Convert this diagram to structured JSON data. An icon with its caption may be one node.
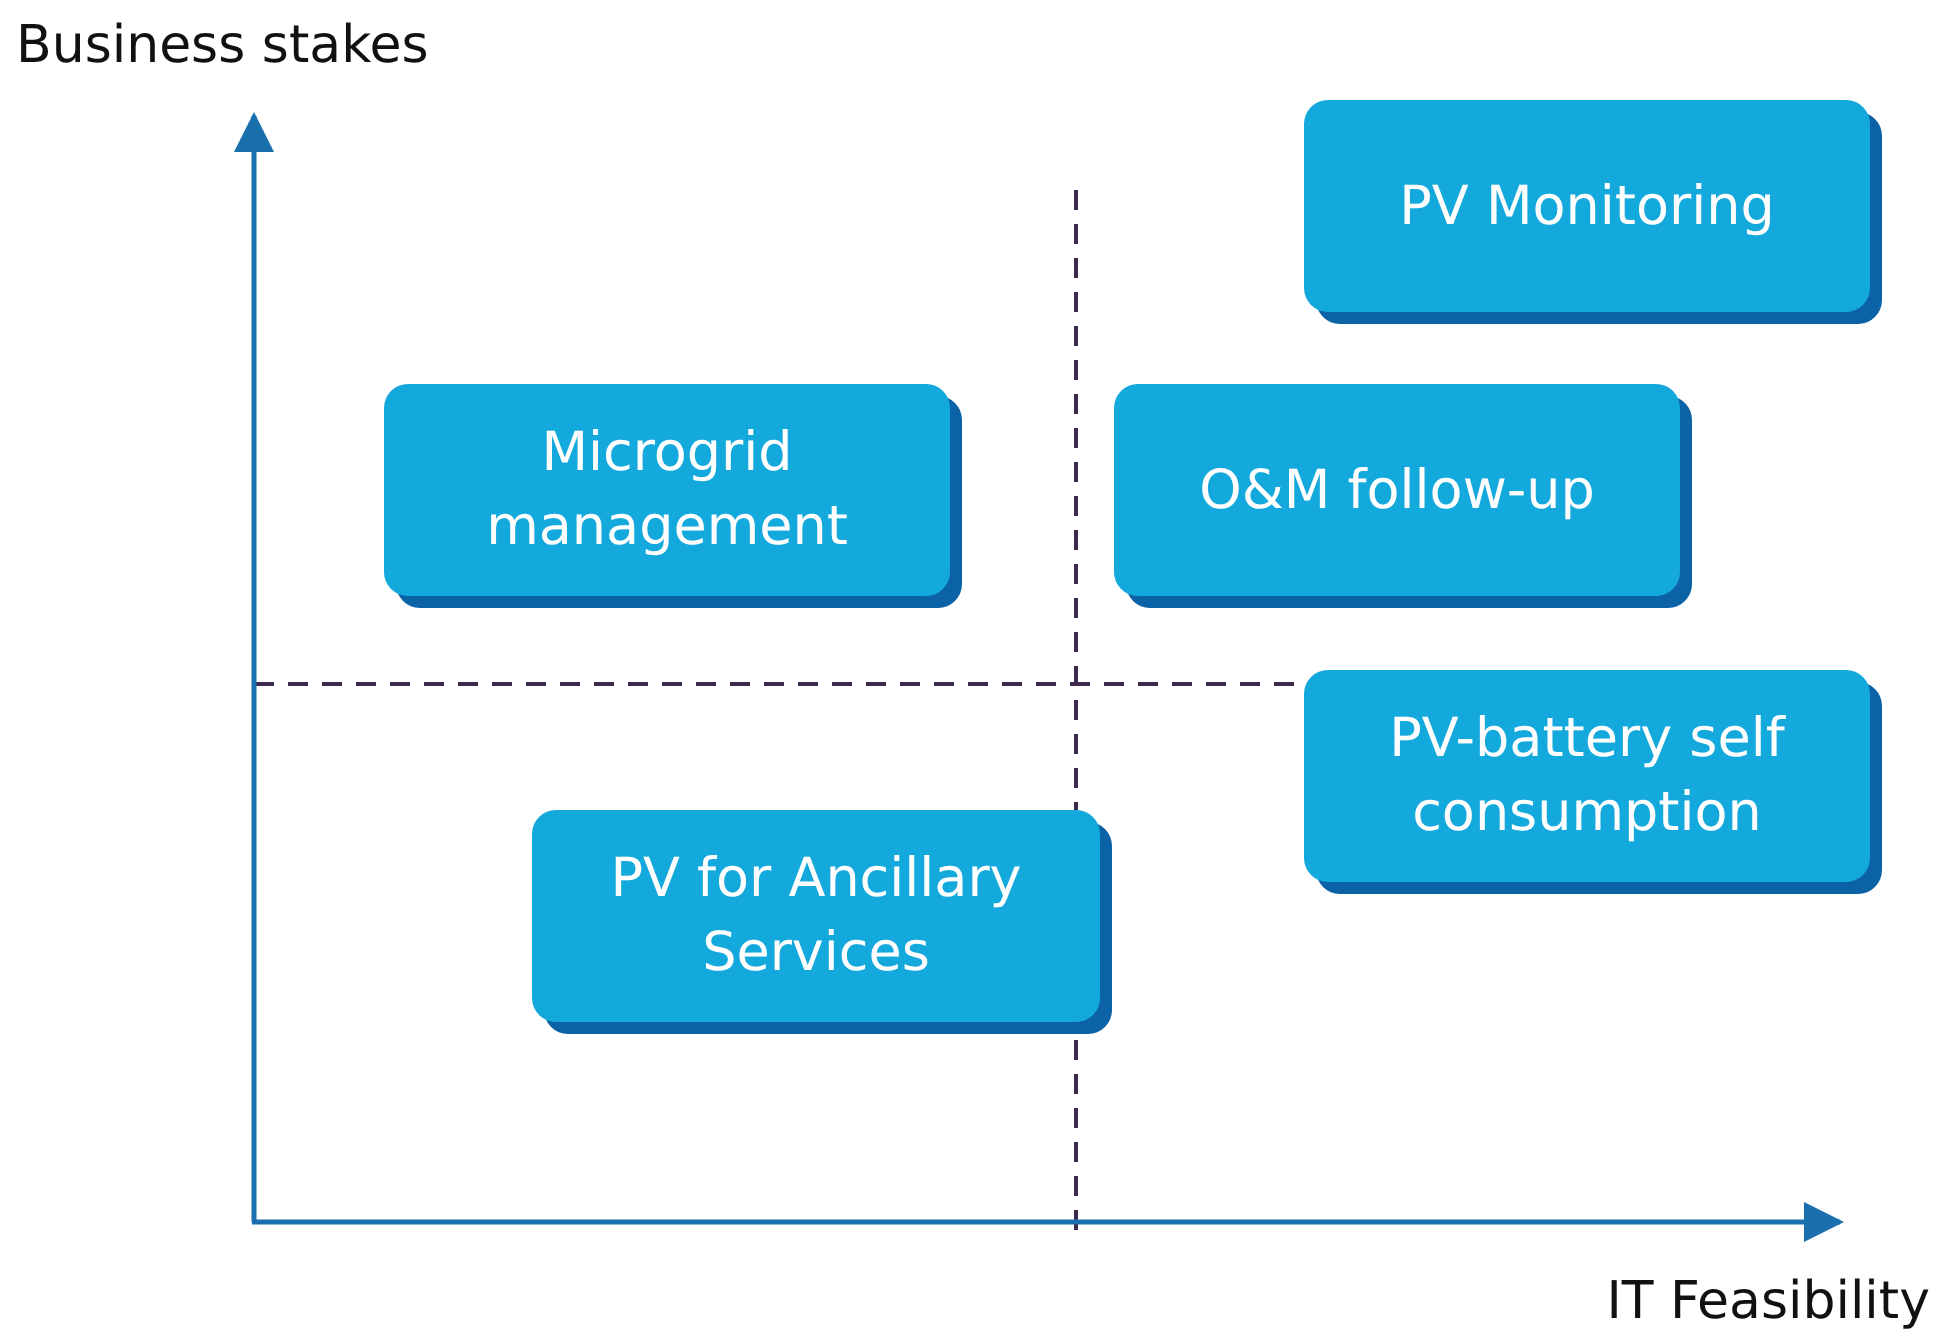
{
  "diagram": {
    "nodes": [
      {
        "text": [
          "PV Monitoring"
        ]
      },
      {
        "text": [
          "Microgrid management"
        ]
      },
      {
        "text": [
          "O&M follow-up"
        ]
      },
      {
        "text": [
          "PV-battery self consumption"
        ]
      },
      {
        "text": [
          "PV for Ancillary Services"
        ]
      }
    ],
    "labels": [
      "Business stakes",
      "IT Feasibility"
    ]
  }
}
